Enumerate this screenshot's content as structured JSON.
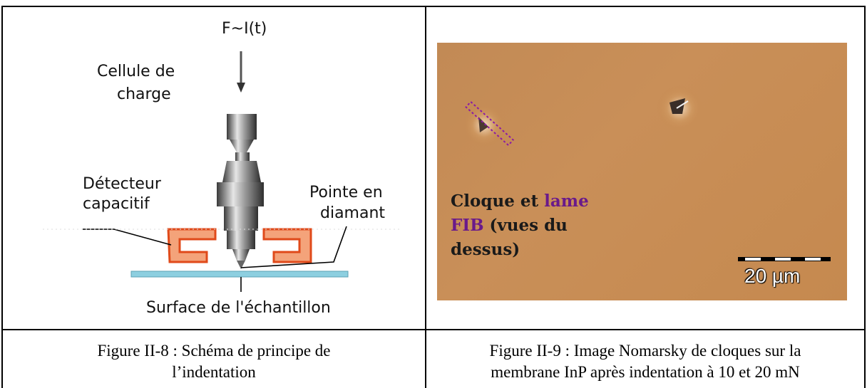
{
  "left_panel": {
    "force_label": "F~I(t)",
    "load_cell_label": [
      "Cellule de",
      "charge"
    ],
    "capacitive_detector_label": [
      "Détecteur",
      "capacitif"
    ],
    "diamond_tip_label": [
      "Pointe en",
      "diamant"
    ],
    "sample_surface_label": "Surface de l'échantillon"
  },
  "right_panel": {
    "photo_text_part1": "Cloque  et ",
    "photo_text_part2": "lame",
    "photo_text_part3": "FIB",
    "photo_text_part4": " (vues du",
    "photo_text_part5": "dessus)",
    "scale_bar_label": "20 µm",
    "colors": {
      "background": "#c5894f",
      "highlight": "#6a1a8a"
    }
  },
  "captions": {
    "left": [
      "Figure II-8 : Schéma de principe de",
      "l’indentation"
    ],
    "right": [
      "Figure II-9 : Image Nomarsky de cloques sur la",
      "membrane InP après indentation à 10 et 20 mN"
    ]
  }
}
